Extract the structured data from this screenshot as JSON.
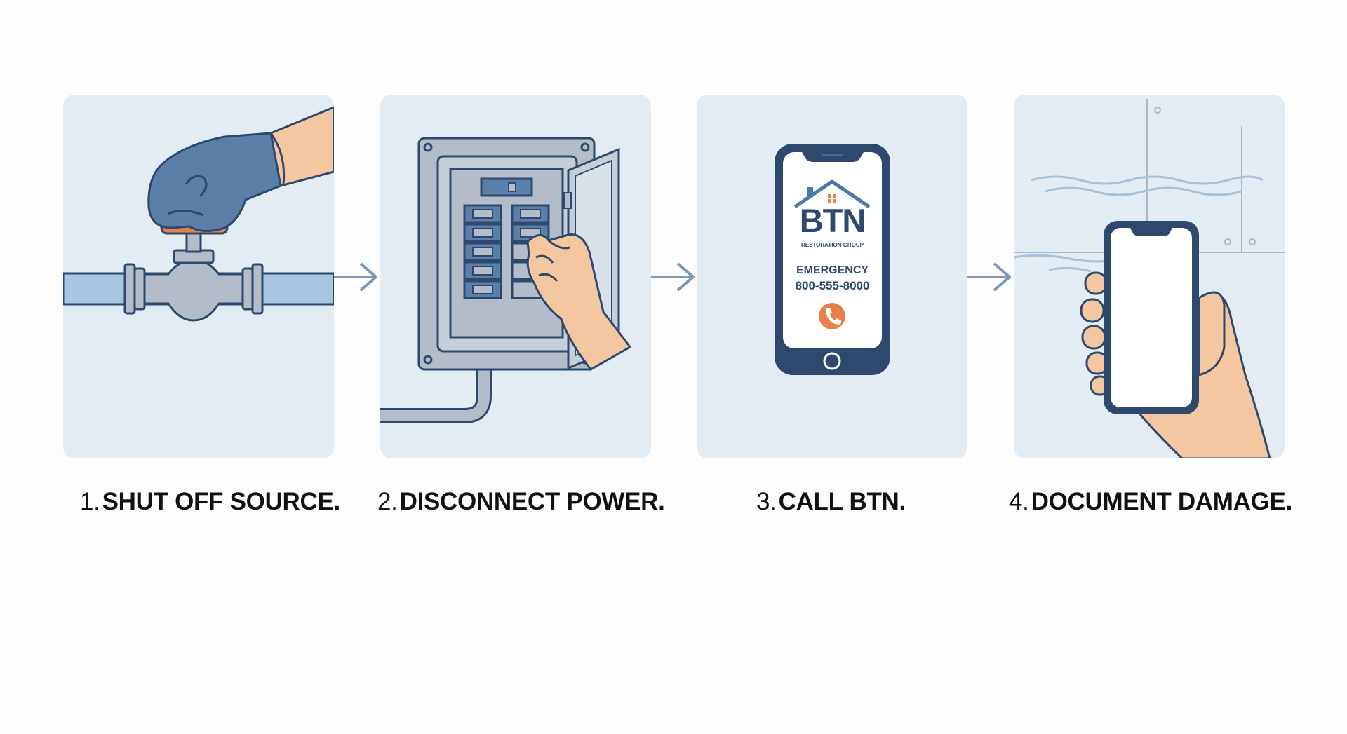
{
  "steps": [
    {
      "number": "1.",
      "label": "SHUT OFF SOURCE.",
      "icon": "shutoff-valve-icon"
    },
    {
      "number": "2.",
      "label": "DISCONNECT POWER.",
      "icon": "breaker-panel-icon"
    },
    {
      "number": "3.",
      "label": "CALL BTN.",
      "icon": "phone-icon"
    },
    {
      "number": "4.",
      "label": "DOCUMENT DAMAGE.",
      "icon": "smartphone-camera-icon"
    }
  ],
  "phone_screen": {
    "brand": "BTN",
    "subtitle": "RESTORATION GROUP",
    "emergency_label": "EMERGENCY",
    "phone_number": "800-555-8000"
  },
  "colors": {
    "panel_bg": "#e3ebf3",
    "navy": "#2d4a6e",
    "glove_blue": "#5a7fa8",
    "pipe_blue": "#a9c5e0",
    "valve_grey": "#b3bcc8",
    "accent_orange": "#e8804a",
    "skin": "#f5c7a0",
    "arrow": "#7d99b5"
  }
}
